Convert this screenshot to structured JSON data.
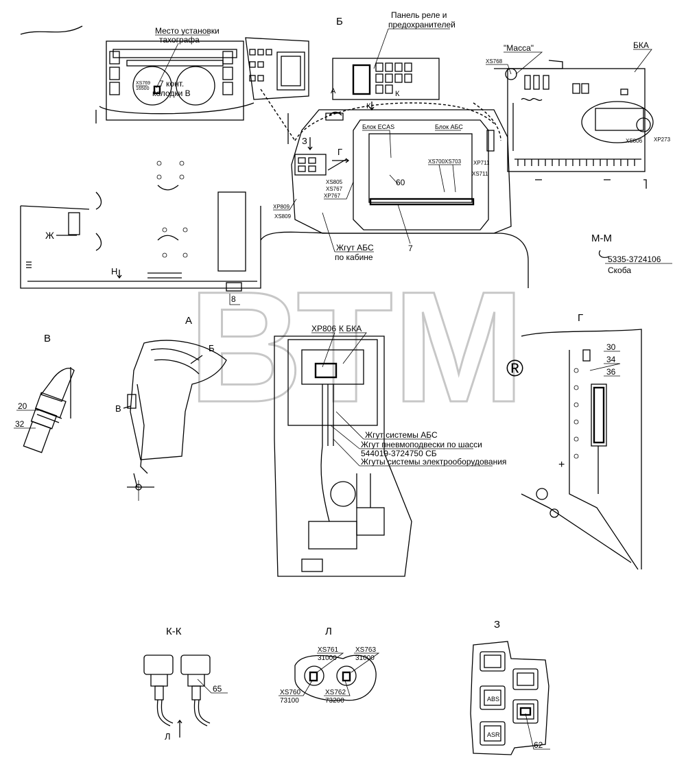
{
  "watermark": {
    "text": "ВТМ",
    "reg": "®"
  },
  "sections": {
    "b_label": "Б",
    "a_label": "А",
    "v_label": "В",
    "g_label": "Г",
    "mm_label": "М-М",
    "kk_label": "К-К",
    "l_label": "Л",
    "z_label": "З"
  },
  "top_left": {
    "tacho_place_1": "Место установки",
    "tacho_place_2": "тахографа",
    "xs769": "XS769",
    "xs769_sub": "16500",
    "pads_1": "7 конт.",
    "pads_2": "колодки В",
    "arrow_zh": "Ж",
    "arrow_n": "Н",
    "callout_8": "8"
  },
  "top_center": {
    "relay_panel_1": "Панель реле и",
    "relay_panel_2": "предохранителей",
    "arrow_a": "А",
    "arrow_k_upper": "К",
    "arrow_k_lower": "К",
    "arrow_z": "З",
    "arrow_g": "Г",
    "ecas_block": "Блок ECAS",
    "abs_block": "Блок АБС",
    "xs700": "XS700",
    "xs703": "XS703",
    "xp711": "XP711",
    "xs711": "XS711",
    "xs805": "XS805",
    "xs767": "XS767",
    "xp767": "XP767",
    "xp809": "XP809",
    "xs809": "XS809",
    "callout_60": "60",
    "callout_7": "7",
    "abs_harness_1": "Жгут АБС",
    "abs_harness_2": "по кабине"
  },
  "top_right": {
    "mass": "\"Масса\"",
    "bka": "БКА",
    "xs768": "XS768",
    "xs806": "XS806",
    "xp273": "XP273"
  },
  "mm": {
    "part": "5335-3724106",
    "name": "Скоба"
  },
  "view_v": {
    "callout_20": "20",
    "callout_32": "32"
  },
  "view_a": {
    "label_b": "Б",
    "label_v": "В"
  },
  "center": {
    "xp806": "XP806",
    "to_bka": "К БКА",
    "harness_abs": "Жгут системы АБС",
    "harness_pneumo": "Жгут пневмоподвески по шасси",
    "harness_pneumo_part": "544019-3724750 СБ",
    "harness_electro": "Жгуты системы электрооборудования"
  },
  "view_g": {
    "callout_30": "30",
    "callout_34": "34",
    "callout_36": "36",
    "plus": "+"
  },
  "view_kk": {
    "callout_65": "65",
    "arrow_l": "Л"
  },
  "view_l": {
    "xs761": "XS761",
    "xs761_sub": "31000",
    "xs763": "XS763",
    "xs763_sub": "31000",
    "xs760": "XS760",
    "xs760_sub": "73100",
    "xs762": "XS762",
    "xs762_sub": "73200"
  },
  "view_z": {
    "btn_abs": "ABS",
    "btn_asr": "ASR",
    "callout_62": "62"
  }
}
